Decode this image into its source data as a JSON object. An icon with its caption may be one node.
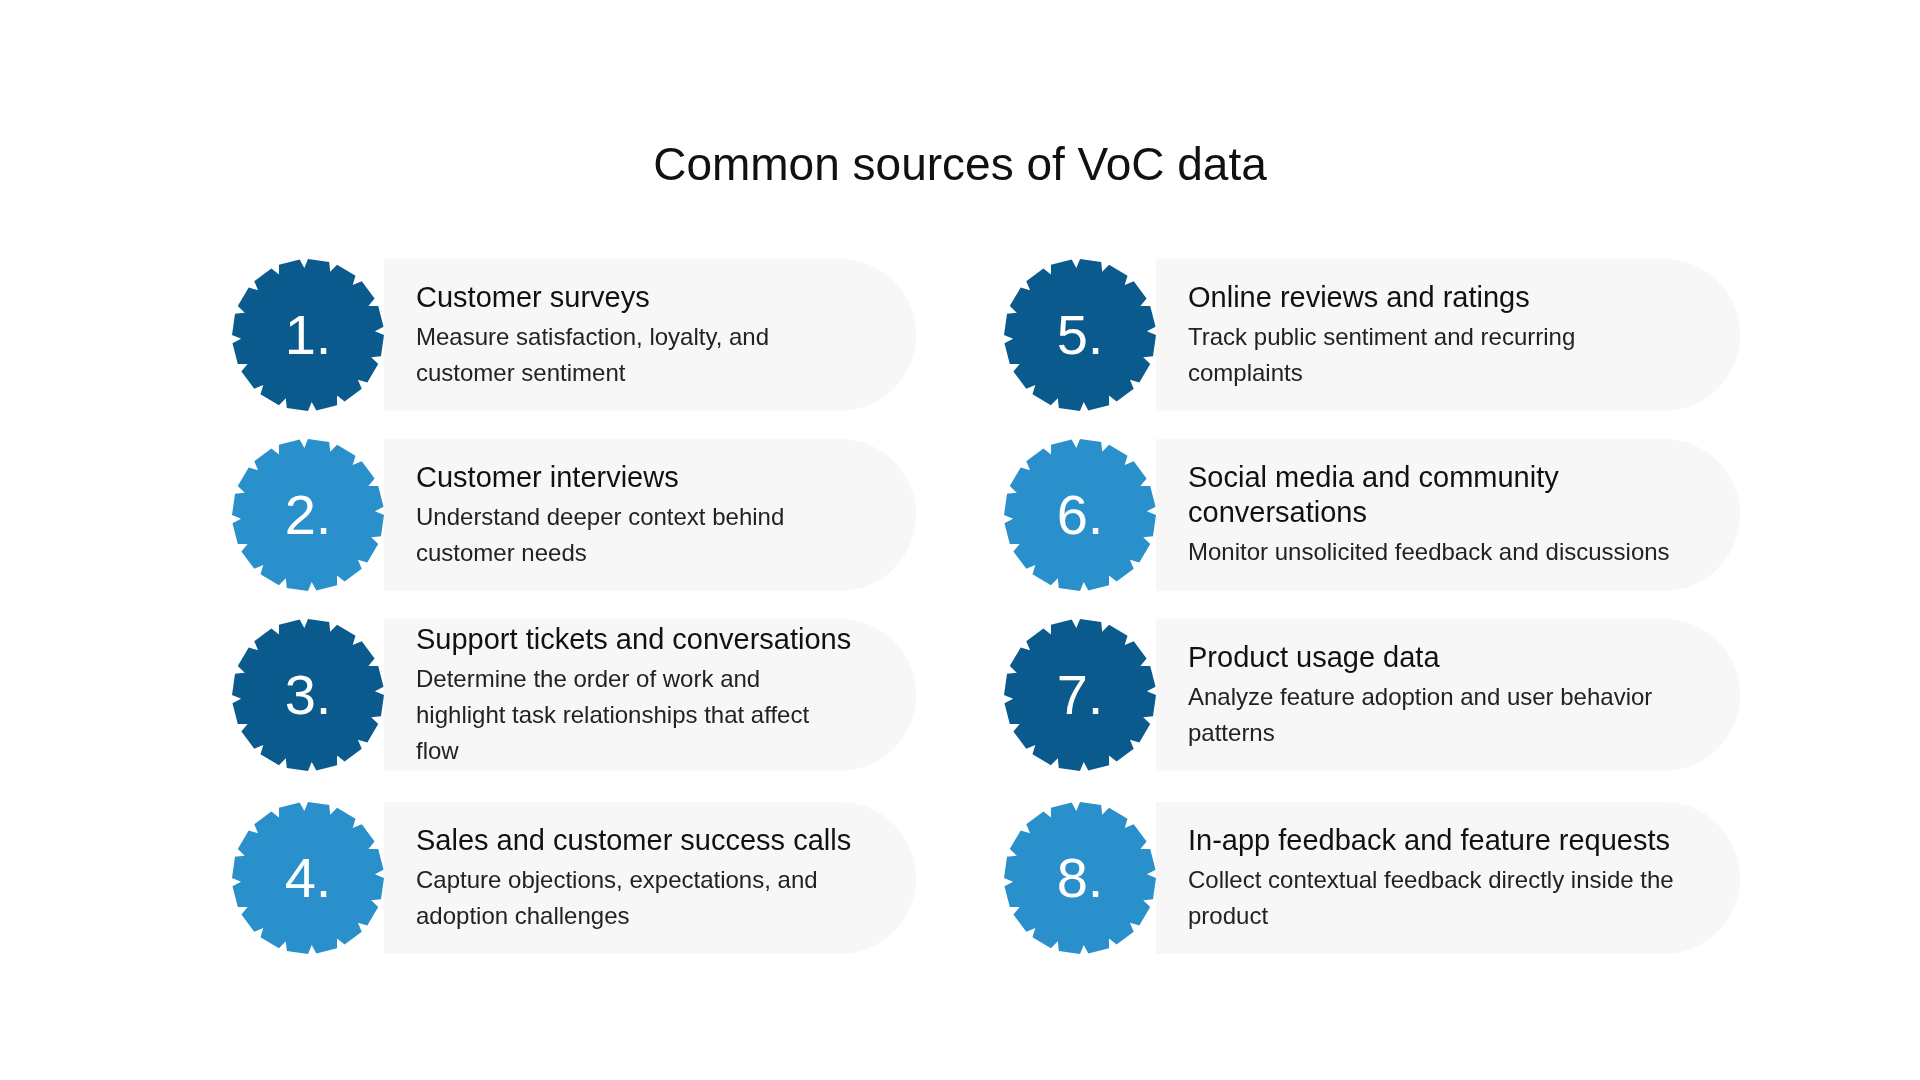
{
  "diagram": {
    "title": "Common sources of VoC data",
    "nodes": [
      {
        "text": [
          "1."
        ]
      },
      {
        "text": [
          "Customer surveys",
          "Measure satisfaction, loyalty, and customer sentiment"
        ]
      },
      {
        "text": [
          "2."
        ]
      },
      {
        "text": [
          "Customer interviews",
          "Understand deeper context behind customer needs"
        ]
      },
      {
        "text": [
          "3."
        ]
      },
      {
        "text": [
          "Support tickets and conversations",
          "Determine the order of work and highlight task relationships that affect flow"
        ]
      },
      {
        "text": [
          "4."
        ]
      },
      {
        "text": [
          "Sales and customer success calls",
          "Capture objections, expectations, and adoption challenges"
        ]
      },
      {
        "text": [
          "5."
        ]
      },
      {
        "text": [
          "Online reviews and ratings",
          "Track public sentiment and recurring complaints"
        ]
      },
      {
        "text": [
          "6."
        ]
      },
      {
        "text": [
          "Social media and community conversations",
          "Monitor unsolicited feedback and discussions"
        ]
      },
      {
        "text": [
          "7."
        ]
      },
      {
        "text": [
          "Product usage data",
          "Analyze feature adoption and user behavior patterns"
        ]
      },
      {
        "text": [
          "8."
        ]
      },
      {
        "text": [
          "In-app feedback and feature requests",
          "Collect contextual feedback directly inside the product"
        ]
      }
    ]
  }
}
